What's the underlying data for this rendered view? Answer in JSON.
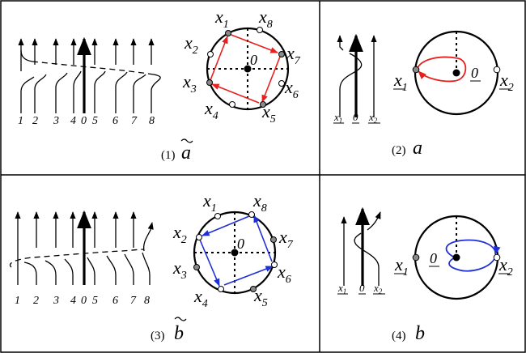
{
  "colors": {
    "red": "#e8201c",
    "blue": "#1f2fd6",
    "gray": "#8a8a8a"
  },
  "panel1": {
    "caption_num": "(1)",
    "caption_sym": "a",
    "strand_labels": [
      "1",
      "2",
      "3",
      "4",
      "0",
      "5",
      "6",
      "7",
      "8"
    ],
    "circle_labels": {
      "x1": "x",
      "x1s": "1",
      "x2": "x",
      "x2s": "2",
      "x3": "x",
      "x3s": "3",
      "x4": "x",
      "x4s": "4",
      "x5": "x",
      "x5s": "5",
      "x6": "x",
      "x6s": "6",
      "x7": "x",
      "x7s": "7",
      "x8": "x",
      "x8s": "8",
      "zero": "0"
    }
  },
  "panel2": {
    "caption_num": "(2)",
    "caption_sym": "a",
    "strand_labels": {
      "x1": "x",
      "x1s": "1",
      "zero": "0",
      "x2": "x",
      "x2s": "2"
    },
    "circle_labels": {
      "x1": "x",
      "x1s": "1",
      "zero": "0",
      "x2": "x",
      "x2s": "2"
    }
  },
  "panel3": {
    "caption_num": "(3)",
    "caption_sym": "b",
    "strand_labels": [
      "1",
      "2",
      "3",
      "4",
      "0",
      "5",
      "6",
      "7",
      "8"
    ],
    "circle_labels": {
      "x1": "x",
      "x1s": "1",
      "x2": "x",
      "x2s": "2",
      "x3": "x",
      "x3s": "3",
      "x4": "x",
      "x4s": "4",
      "x5": "x",
      "x5s": "5",
      "x6": "x",
      "x6s": "6",
      "x7": "x",
      "x7s": "7",
      "x8": "x",
      "x8s": "8",
      "zero": "0"
    }
  },
  "panel4": {
    "caption_num": "(4)",
    "caption_sym": "b",
    "strand_labels": {
      "x1": "x",
      "x1s": "1",
      "zero": "0",
      "x2": "x",
      "x2s": "2"
    },
    "circle_labels": {
      "x1": "x",
      "x1s": "1",
      "zero": "0",
      "x2": "x",
      "x2s": "2"
    }
  }
}
